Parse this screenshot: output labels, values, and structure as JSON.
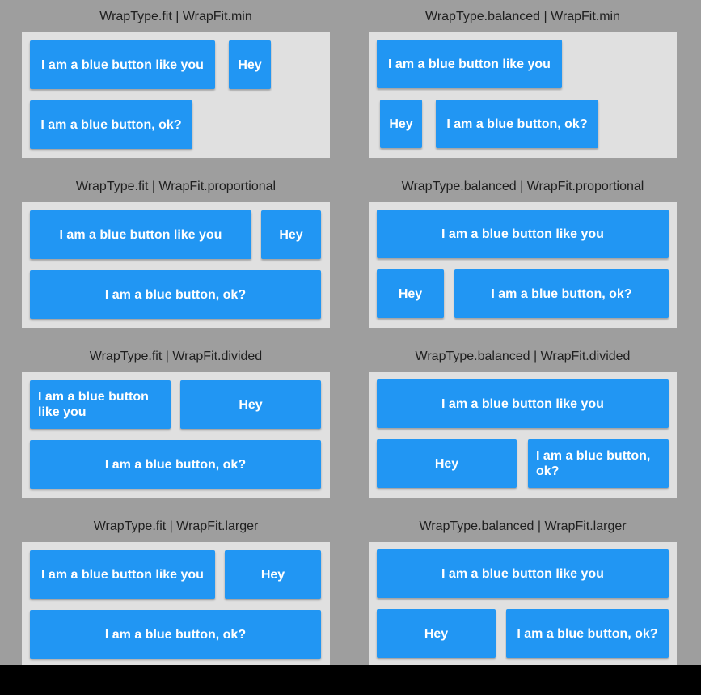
{
  "demos": [
    {
      "title": "WrapType.fit | WrapFit.min",
      "buttons": [
        "I am a blue button like you",
        "Hey",
        "I am a blue button, ok?"
      ]
    },
    {
      "title": "WrapType.balanced | WrapFit.min",
      "buttons": [
        "I am a blue button like you",
        "Hey",
        "I am a blue button, ok?"
      ]
    },
    {
      "title": "WrapType.fit | WrapFit.proportional",
      "buttons": [
        "I am a blue button like you",
        "Hey",
        "I am a blue button, ok?"
      ]
    },
    {
      "title": "WrapType.balanced | WrapFit.proportional",
      "buttons": [
        "I am a blue button like you",
        "Hey",
        "I am a blue button, ok?"
      ]
    },
    {
      "title": "WrapType.fit | WrapFit.divided",
      "buttons": [
        "I am a blue button like you",
        "Hey",
        "I am a blue button, ok?"
      ]
    },
    {
      "title": "WrapType.balanced | WrapFit.divided",
      "buttons": [
        "I am a blue button like you",
        "Hey",
        "I am a blue button, ok?"
      ]
    },
    {
      "title": "WrapType.fit | WrapFit.larger",
      "buttons": [
        "I am a blue button like you",
        "Hey",
        "I am a blue button, ok?"
      ]
    },
    {
      "title": "WrapType.balanced | WrapFit.larger",
      "buttons": [
        "I am a blue button like you",
        "Hey",
        "I am a blue button, ok?"
      ]
    }
  ],
  "colors": {
    "background": "#9e9e9e",
    "panel": "#e0e0e0",
    "button": "#2196f3",
    "button_text": "#ffffff",
    "bottom_bar": "#000000"
  }
}
